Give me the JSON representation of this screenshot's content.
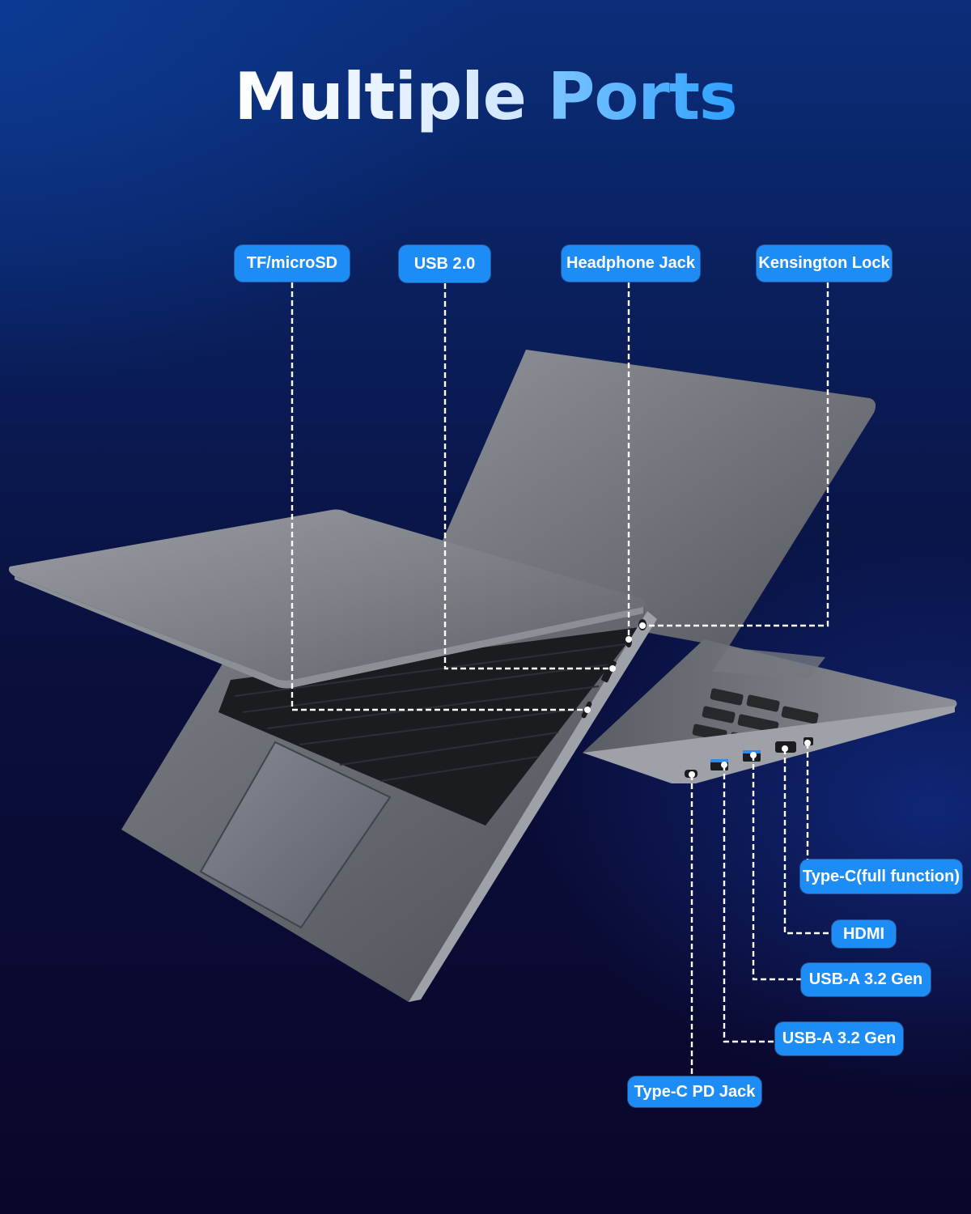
{
  "title": {
    "part1": "Multiple",
    "part2": "Ports",
    "part1_color": "#ffffff",
    "part2_color": "#2ea1ff"
  },
  "colors": {
    "background_top": "#0b2e7a",
    "background_bottom": "#0a0629",
    "label_fill": "#1e8cf5",
    "label_text": "#ffffff",
    "leader_line": "#ffffff",
    "laptop_body": "#6e7178"
  },
  "labels": {
    "top": [
      {
        "id": "tf-microsd",
        "text": "TF/microSD"
      },
      {
        "id": "usb-2",
        "text": "USB 2.0"
      },
      {
        "id": "headphone-jack",
        "text": "Headphone Jack"
      },
      {
        "id": "kensington-lock",
        "text": "Kensington Lock"
      }
    ],
    "bottom": [
      {
        "id": "type-c-full",
        "text": "Type-C(full function)"
      },
      {
        "id": "hdmi",
        "text": "HDMI"
      },
      {
        "id": "usb-a-upper",
        "text": "USB-A 3.2 Gen"
      },
      {
        "id": "usb-a-lower",
        "text": "USB-A 3.2 Gen"
      },
      {
        "id": "type-c-pd",
        "text": "Type-C PD Jack"
      }
    ]
  },
  "image": {
    "subject": "two grey laptops showing side ports",
    "icons": [
      "laptop-left-side",
      "laptop-right-side",
      "port-dots",
      "dashed-leader-lines"
    ]
  }
}
